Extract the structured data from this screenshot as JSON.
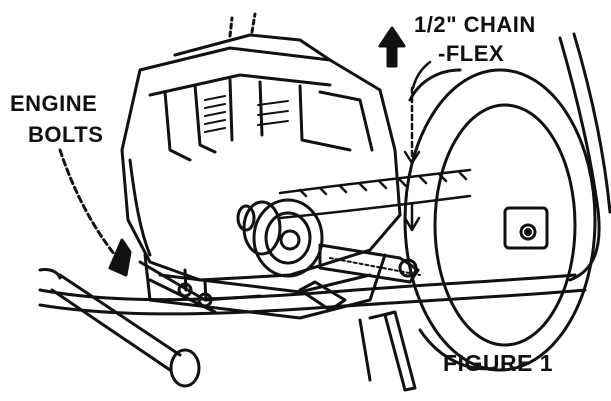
{
  "labels": {
    "engine": "ENGINE",
    "bolts": "BOLTS",
    "chain_size": "1/2\" CHAIN",
    "flex": "-FLEX",
    "figure": "FIGURE 1"
  },
  "colors": {
    "ink": "#111111",
    "paper": "#ffffff"
  }
}
